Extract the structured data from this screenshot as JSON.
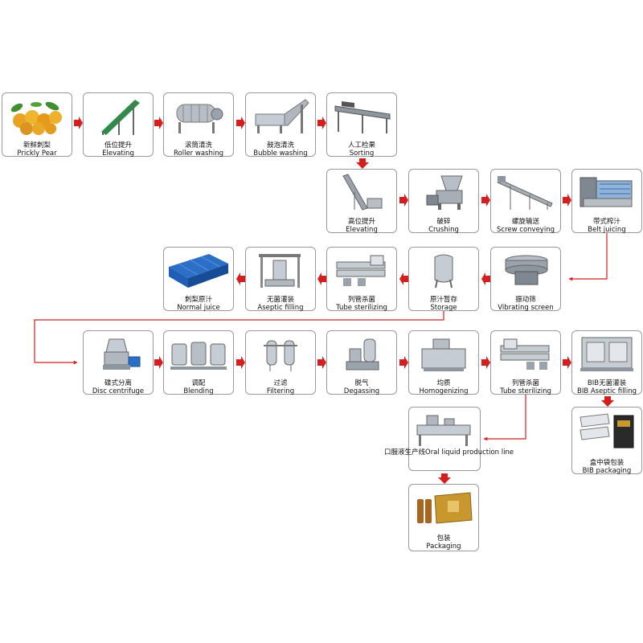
{
  "steps": {
    "prickly_pear": {
      "zh": "新鲜刺梨",
      "en": "Prickly Pear"
    },
    "elevating1": {
      "zh": "低位提升",
      "en": "Elevating"
    },
    "roller_washing": {
      "zh": "滚筒清洗",
      "en": "Roller washing"
    },
    "bubble_washing": {
      "zh": "鼓泡清洗",
      "en": "Bubble washing"
    },
    "sorting": {
      "zh": "人工检果",
      "en": "Sorting"
    },
    "elevating2": {
      "zh": "高位提升",
      "en": "Elevating"
    },
    "crushing": {
      "zh": "破碎",
      "en": "Crushing"
    },
    "screw_conveying": {
      "zh": "螺旋输送",
      "en": "Screw conveying"
    },
    "belt_juicing": {
      "zh": "带式榨汁",
      "en": "Belt juicing"
    },
    "normal_juice": {
      "zh": "刺梨原汁",
      "en": "Normal juice"
    },
    "aseptic_filling": {
      "zh": "无菌灌装",
      "en": "Aseptic filling"
    },
    "tube_sterilizing1": {
      "zh": "列管杀菌",
      "en": "Tube sterilizing"
    },
    "storage": {
      "zh": "原汁暂存",
      "en": "Storage"
    },
    "vibrating_screen": {
      "zh": "振动筛",
      "en": "Vibrating screen"
    },
    "disc_centrifuge": {
      "zh": "碟式分离",
      "en": "Disc centrifuge"
    },
    "blending": {
      "zh": "调配",
      "en": "Blending"
    },
    "filtering": {
      "zh": "过滤",
      "en": "Filtering"
    },
    "degassing": {
      "zh": "脱气",
      "en": "Degassing"
    },
    "homogenizing": {
      "zh": "均质",
      "en": "Homogenizing"
    },
    "tube_sterilizing2": {
      "zh": "列管杀菌",
      "en": "Tube sterilizing"
    },
    "bib_aseptic": {
      "zh": "BIB无菌灌装",
      "en": "BIB Aseptic filling"
    },
    "bib_packaging": {
      "zh": "盒中袋包装",
      "en": "BIB packaging"
    },
    "oral_liquid": {
      "label": "口服液生产线Oral liquid production line"
    },
    "packaging": {
      "zh": "包装",
      "en": "Packaging"
    }
  },
  "colors": {
    "arrow": "#d51f1f",
    "border": "#9a9a9a",
    "steel": "#b8bec6",
    "fruit": "#e8a323",
    "leaf": "#3f8f2e",
    "drum": "#1f5fb8",
    "gold": "#c8972d"
  }
}
